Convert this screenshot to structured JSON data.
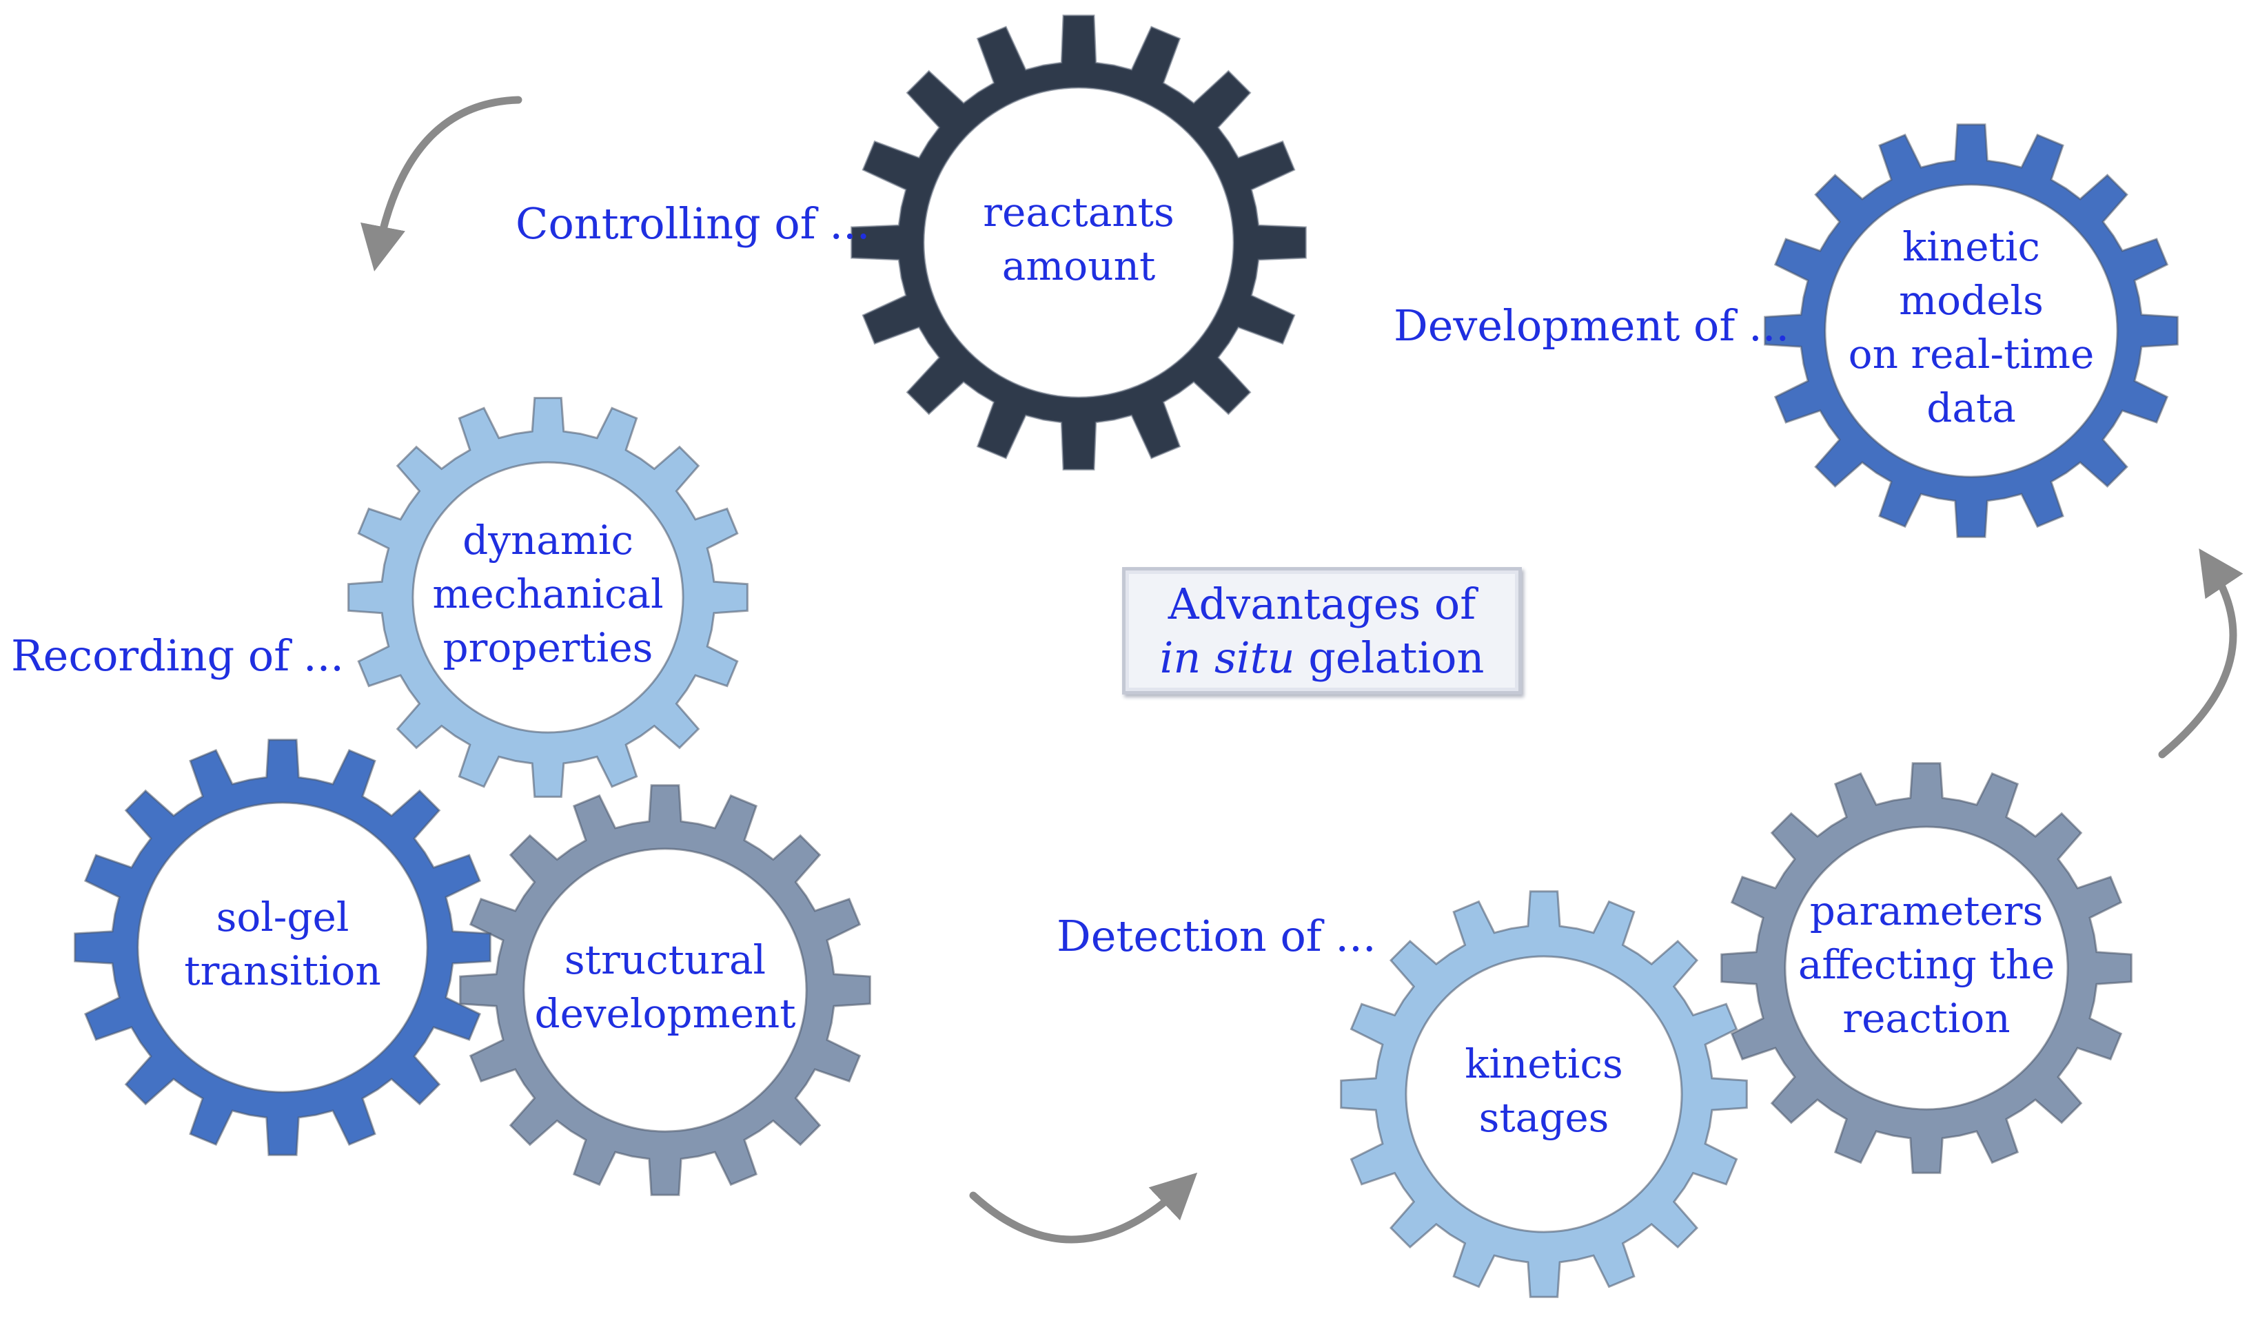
{
  "center": {
    "line1": "Advantages of",
    "line2_italic": "in situ",
    "line2_rest": " gelation"
  },
  "phrases": {
    "controlling": "Controlling of ...",
    "development": "Development of ...",
    "recording": "Recording of ...",
    "detection": "Detection of ..."
  },
  "gears": {
    "reactants": {
      "lines": [
        "reactants",
        "amount"
      ],
      "color": "#2f3a4b"
    },
    "kinetic_models": {
      "lines": [
        "kinetic",
        "models",
        "on real-time",
        "data"
      ],
      "color": "#4470c1"
    },
    "dynamic": {
      "lines": [
        "dynamic",
        "mechanical",
        "properties"
      ],
      "color": "#9dc3e6"
    },
    "solgel": {
      "lines": [
        "sol-gel",
        "transition"
      ],
      "color": "#4472c4"
    },
    "structural": {
      "lines": [
        "structural",
        "development"
      ],
      "color": "#8496b0"
    },
    "kinetics_stages": {
      "lines": [
        "kinetics",
        "stages"
      ],
      "color": "#9dc3e6"
    },
    "parameters": {
      "lines": [
        "parameters",
        "affecting the",
        "reaction"
      ],
      "color": "#8496b0"
    }
  },
  "colors": {
    "text": "#1f2fe0",
    "arrow": "#8a8a8a"
  }
}
